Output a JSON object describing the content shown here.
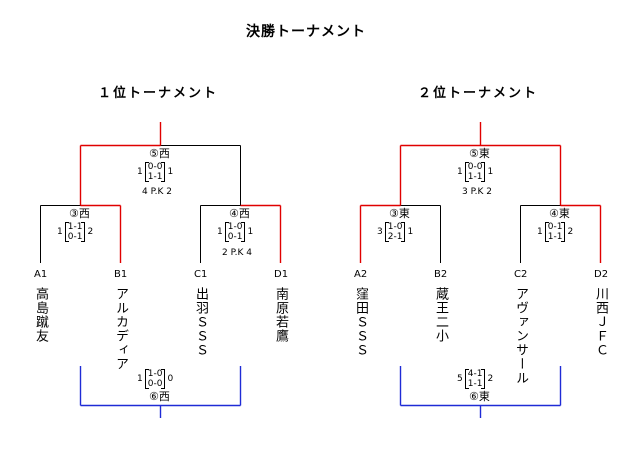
{
  "title": "決勝トーナメント",
  "bracket1": {
    "heading": "１位トーナメント",
    "final": {
      "label": "⑤西",
      "left": "1",
      "right": "1",
      "p1": "0-0",
      "p2": "1-1",
      "pk": "4 P.K 2"
    },
    "semi_left": {
      "label": "③西",
      "left": "1",
      "right": "2",
      "p1": "1-1",
      "p2": "0-1"
    },
    "semi_right": {
      "label": "④西",
      "left": "1",
      "right": "1",
      "p1": "1-0",
      "p2": "0-1",
      "pk": "2 P.K 4"
    },
    "codes": [
      "A1",
      "B1",
      "C1",
      "D1"
    ],
    "teams": [
      "高島蹴友",
      "アルカディア",
      "出羽ＳＳＳ",
      "南原若鷹"
    ],
    "third": {
      "label": "⑥西",
      "left": "1",
      "right": "0",
      "p1": "1-0",
      "p2": "0-0"
    }
  },
  "bracket2": {
    "heading": "２位トーナメント",
    "final": {
      "label": "⑤東",
      "left": "1",
      "right": "1",
      "p1": "0-0",
      "p2": "1-1",
      "pk": "3 P.K 2"
    },
    "semi_left": {
      "label": "③東",
      "left": "3",
      "right": "1",
      "p1": "1-0",
      "p2": "2-1"
    },
    "semi_right": {
      "label": "④東",
      "left": "1",
      "right": "2",
      "p1": "0-1",
      "p2": "1-1"
    },
    "codes": [
      "A2",
      "B2",
      "C2",
      "D2"
    ],
    "teams": [
      "窪田ＳＳＳ",
      "蔵王二小",
      "アヴァンサール",
      "川西ＪＦＣ"
    ],
    "third": {
      "label": "⑥東",
      "left": "5",
      "right": "2",
      "p1": "4-1",
      "p2": "1-1"
    }
  },
  "colors": {
    "winner_line": "#e00000",
    "third_line": "#1f2bd6",
    "line": "#000000"
  }
}
